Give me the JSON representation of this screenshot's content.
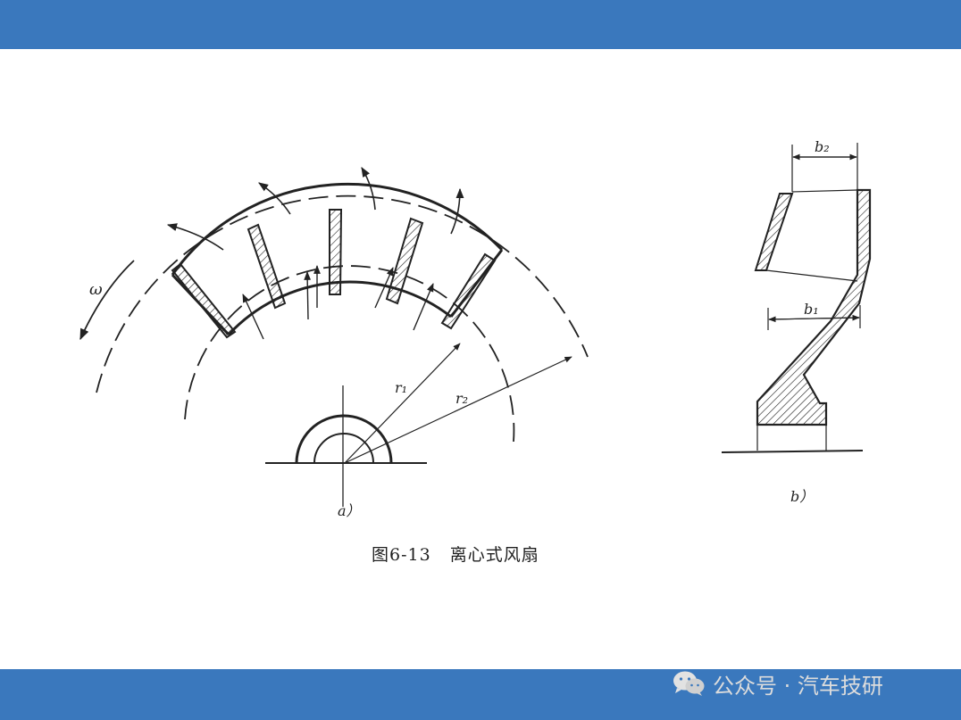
{
  "colors": {
    "band": "#3a78bd",
    "ink": "#1e1e1e",
    "watermark": "#dcdcdc"
  },
  "figure": {
    "label_a": "a）",
    "label_b": "b）",
    "label_r1": "r₁",
    "label_r2": "r₂",
    "label_b1": "b₁",
    "label_b2": "b₂",
    "label_omega": "ω",
    "caption": "图6-13   离心式风扇"
  },
  "watermark": {
    "icon": "wechat-icon",
    "text": "公众号 · 汽车技研"
  }
}
